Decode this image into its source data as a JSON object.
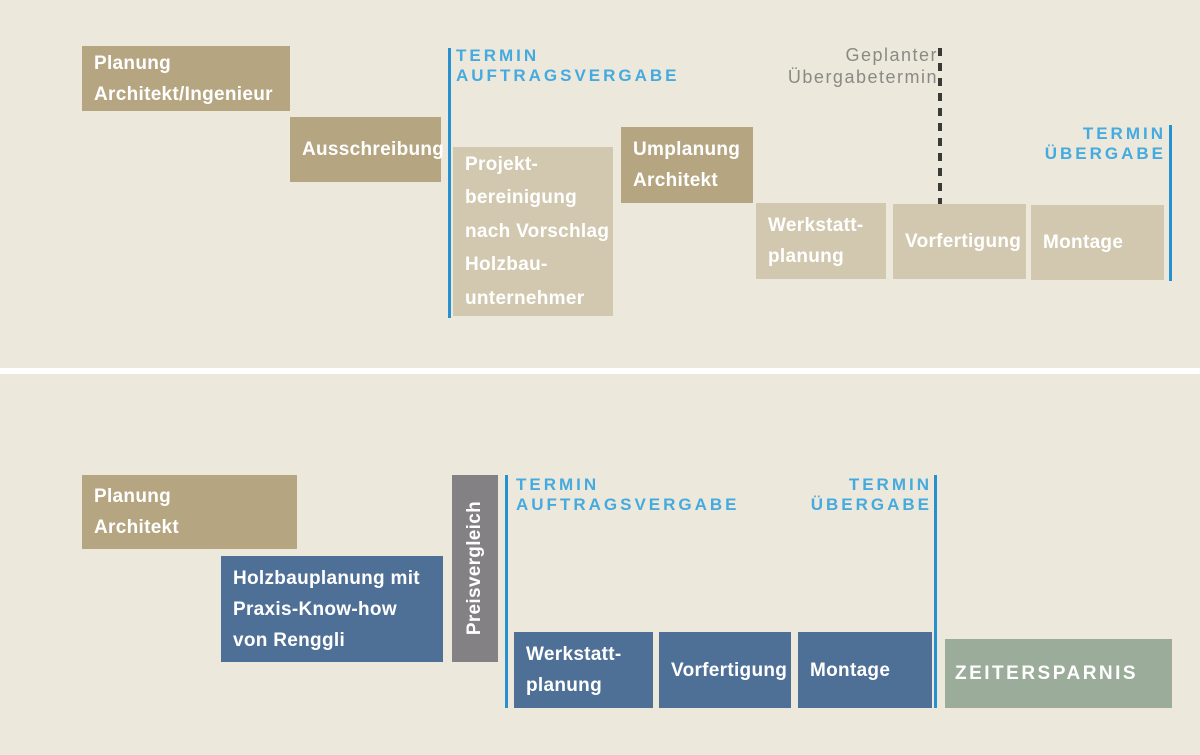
{
  "colors": {
    "background": "#ECE8DB",
    "khaki": "#B5A581",
    "tan": "#D2C8AF",
    "steel_blue": "#4F7096",
    "gray_box": "#838184",
    "green": "#9BAC9B",
    "accent_blue_text": "#45AADF",
    "accent_blue_line": "#2790CE",
    "dash_line": "#3A3A36",
    "gray_text": "#8A8A85",
    "box_text": "#FFFFFF"
  },
  "top": {
    "planung": "Planung\nArchitekt/Ingenieur",
    "ausschreibung": "Ausschreibung",
    "termin_auftragsvergabe": "TERMIN\nAUFTRAGSVERGABE",
    "projektbereinigung": "Projekt-\nbereinigung\nnach Vorschlag\nHolzbau-\nunternehmer",
    "umplanung": "Umplanung\nArchitekt",
    "werkstattplanung": "Werkstatt-\nplanung",
    "geplanter_uebergabetermin": "Geplanter\nÜbergabetermin",
    "vorfertigung": "Vorfertigung",
    "montage": "Montage",
    "termin_uebergabe": "TERMIN\nÜBERGABE"
  },
  "bottom": {
    "planung": "Planung\nArchitekt",
    "holzbauplanung": "Holzbauplanung mit\nPraxis-Know-how\nvon Renggli",
    "preisvergleich": "Preisvergleich",
    "termin_auftragsvergabe": "TERMIN\nAUFTRAGSVERGABE",
    "termin_uebergabe": "TERMIN\nÜBERGABE",
    "werkstattplanung": "Werkstatt-\nplanung",
    "vorfertigung": "Vorfertigung",
    "montage": "Montage",
    "zeitersparnis": "ZEITERSPARNIS"
  }
}
